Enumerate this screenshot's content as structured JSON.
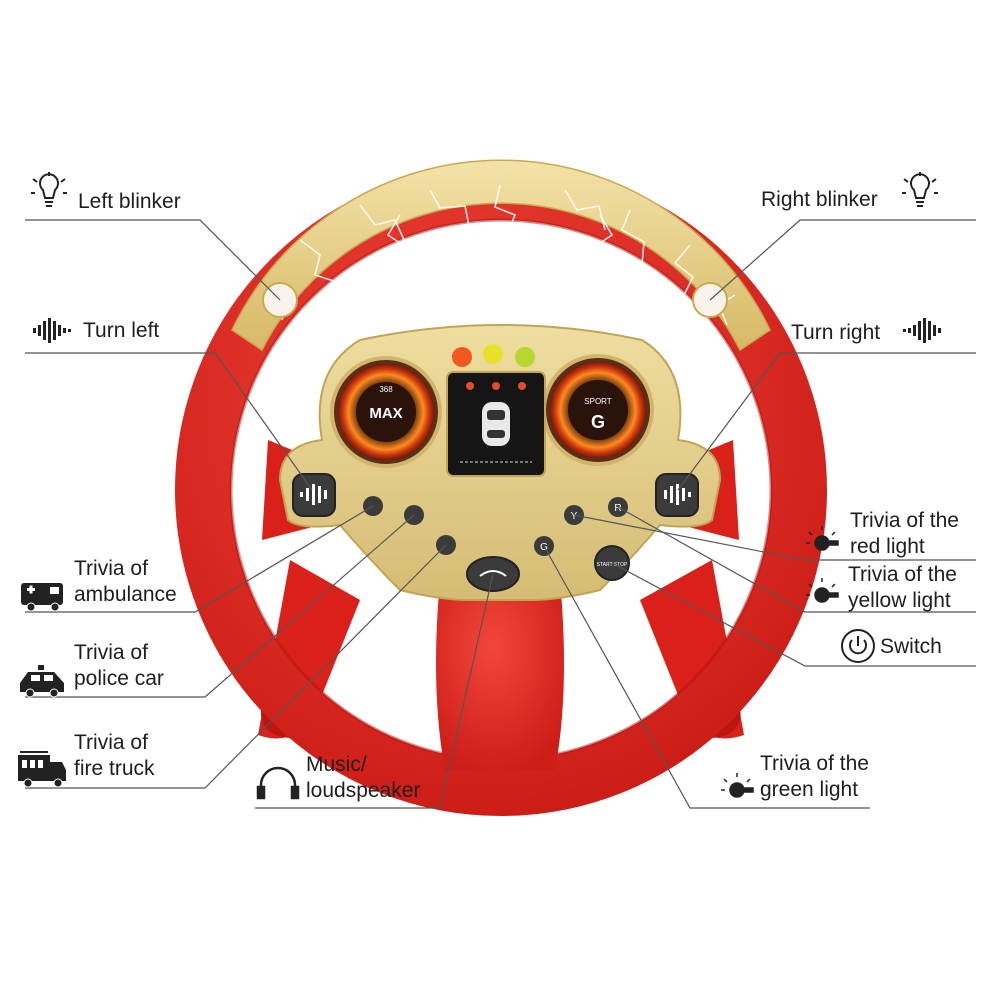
{
  "labels": {
    "left_blinker": "Left blinker",
    "right_blinker": "Right blinker",
    "turn_left": "Turn left",
    "turn_right": "Turn right",
    "trivia_ambulance_1": "Trivia of",
    "trivia_ambulance_2": "ambulance",
    "trivia_police_1": "Trivia of",
    "trivia_police_2": "police car",
    "trivia_fire_1": "Trivia of",
    "trivia_fire_2": "fire truck",
    "music_1": "Music/",
    "music_2": "loudspeaker",
    "red_light_1": "Trivia of the",
    "red_light_2": "red light",
    "yellow_light_1": "Trivia of the",
    "yellow_light_2": "yellow light",
    "switch": "Switch",
    "green_light_1": "Trivia of the",
    "green_light_2": "green light"
  },
  "dashboard": {
    "left_gauge_text": "MAX",
    "left_gauge_small": "368",
    "right_gauge_text": "SPORT",
    "right_gauge_letter": "G",
    "start_stop": "START STOP",
    "button_y": "Y",
    "button_r": "R",
    "button_g": "G"
  },
  "colors": {
    "wheel_red": "#e3271f",
    "wheel_red_dark": "#c51a14",
    "wheel_gold": "#e6cf86",
    "panel_gold": "#e4cf8a",
    "screen_black": "#151515",
    "light_red": "#f05a1e",
    "light_yellow": "#e8e02a",
    "light_green": "#b8d630",
    "line_color": "#555555"
  },
  "icons": [
    "bulb-icon",
    "speaker-wave-icon",
    "ambulance-icon",
    "police-car-icon",
    "fire-truck-icon",
    "headphones-icon",
    "power-icon",
    "light-bulb-icon"
  ]
}
